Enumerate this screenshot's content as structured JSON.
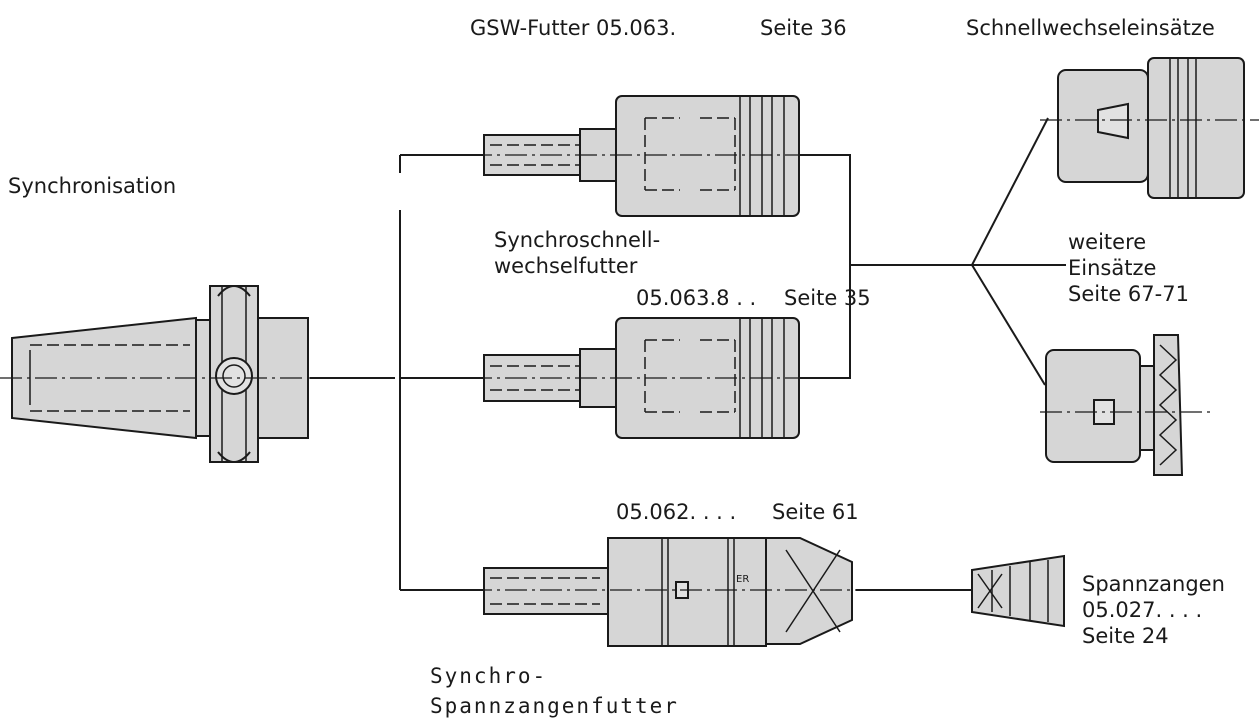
{
  "labels": {
    "gsw_futter": "GSW-Futter  05.063.",
    "gsw_seite": "Seite 36",
    "schnellwechsel": "Schnellwechseleinsätze",
    "synchronisation": "Synchronisation",
    "synchroschnell_1": "Synchroschnell-",
    "synchroschnell_2": "wechselfutter",
    "code_063_8": "05.063.8 . .",
    "seite_35": "Seite 35",
    "weitere": "weitere",
    "einsaetze": "Einsätze",
    "seite_67_71": "Seite 67-71",
    "code_062": "05.062. . . .",
    "seite_61": "Seite 61",
    "spannzangen": "Spannzangen",
    "code_027": "05.027. . . .",
    "seite_24": "Seite 24",
    "synchro_1": "Synchro-",
    "synchro_2": "Spannzangenfutter",
    "er_mark": "ER"
  },
  "colors": {
    "line": "#1a1a1a",
    "part_fill": "#d6d6d6",
    "background": "#ffffff"
  }
}
